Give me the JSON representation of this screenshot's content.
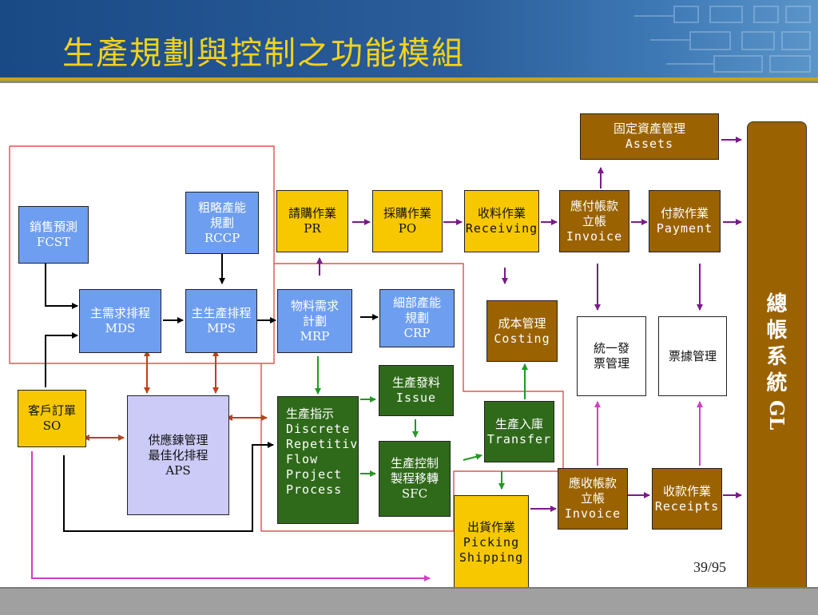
{
  "title": "生產規劃與控制之功能模組",
  "page_number": "39/95",
  "colors": {
    "blue": "#6e9ef0",
    "yellow": "#f7c800",
    "brown": "#9a6200",
    "green": "#2f6a1a",
    "lavender": "#cccaf6",
    "header": "#1a4a86",
    "title": "#f2d21a"
  },
  "boxes": {
    "fcst": [
      "銷售預測",
      "FCST"
    ],
    "rccp": [
      "粗略產能",
      "規劃",
      "RCCP"
    ],
    "mds": [
      "主需求排程",
      "MDS"
    ],
    "mps": [
      "主生產排程",
      "MPS"
    ],
    "mrp": [
      "物料需求",
      "計劃",
      "MRP"
    ],
    "crp": [
      "細部產能",
      "規劃",
      "CRP"
    ],
    "pr": [
      "請購作業",
      "PR"
    ],
    "po": [
      "採購作業",
      "PO"
    ],
    "receiving": [
      "收料作業",
      "Receiving"
    ],
    "ap_invoice": [
      "應付帳款",
      "立帳",
      "Invoice"
    ],
    "payment": [
      "付款作業",
      "Payment"
    ],
    "assets": [
      "固定資產管理",
      "Assets"
    ],
    "costing": [
      "成本管理",
      "Costing"
    ],
    "gui": [
      "統一發",
      "票管理"
    ],
    "voucher": [
      "票據管理"
    ],
    "so": [
      "客戶訂單",
      "SO"
    ],
    "aps": [
      "供應鍊管理",
      "最佳化排程",
      "APS"
    ],
    "discrete": [
      "生產指示",
      "Discrete",
      "Repetitive",
      "Flow",
      "Project",
      "Process"
    ],
    "issue": [
      "生產發料",
      "Issue"
    ],
    "sfc": [
      "生產控制",
      "製程移轉",
      "SFC"
    ],
    "transfer": [
      "生產入庫",
      "Transfer"
    ],
    "shipping": [
      "出貨作業",
      "Picking",
      "Shipping"
    ],
    "ar_invoice": [
      "應收帳款",
      "立帳",
      "Invoice"
    ],
    "receipts": [
      "收款作業",
      "Receipts"
    ]
  },
  "gl": {
    "label_cjk": [
      "總",
      "帳",
      "系",
      "統"
    ],
    "label_latin": "GL"
  }
}
